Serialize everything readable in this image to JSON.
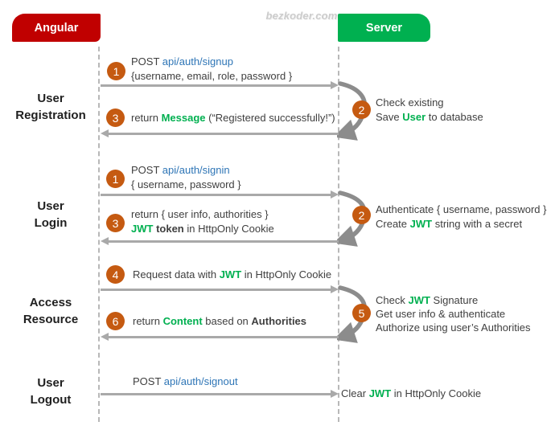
{
  "watermark": "bezkoder.com",
  "actors": {
    "client": "Angular",
    "server": "Server"
  },
  "colors": {
    "client_box": "#c00000",
    "server_box": "#00b050",
    "badge": "#c55a11",
    "link_text": "#2e75b6",
    "highlight_text": "#00b050",
    "arrow": "#a9a9a9",
    "curve_arrow": "#8c8c8c"
  },
  "sections": [
    {
      "title": [
        "User",
        "Registration"
      ],
      "request": {
        "badge": "1",
        "lines": [
          [
            {
              "t": "POST ",
              "c": "plain"
            },
            {
              "t": "api/auth/signup",
              "c": "link"
            }
          ],
          [
            {
              "t": "{username, email, role, password }",
              "c": "plain"
            }
          ]
        ]
      },
      "server": {
        "badge": "2",
        "lines": [
          [
            {
              "t": "Check existing",
              "c": "plain"
            }
          ],
          [
            {
              "t": "Save ",
              "c": "plain"
            },
            {
              "t": "User",
              "c": "green-bold"
            },
            {
              "t": " to database",
              "c": "plain"
            }
          ]
        ]
      },
      "response": {
        "badge": "3",
        "lines": [
          [
            {
              "t": "return ",
              "c": "plain"
            },
            {
              "t": "Message",
              "c": "green-bold"
            },
            {
              "t": " (“Registered successfully!”)",
              "c": "plain"
            }
          ]
        ]
      }
    },
    {
      "title": [
        "User",
        "Login"
      ],
      "request": {
        "badge": "1",
        "lines": [
          [
            {
              "t": "POST ",
              "c": "plain"
            },
            {
              "t": "api/auth/signin",
              "c": "link"
            }
          ],
          [
            {
              "t": "{ username, password }",
              "c": "plain"
            }
          ]
        ]
      },
      "server": {
        "badge": "2",
        "lines": [
          [
            {
              "t": "Authenticate { username, password }",
              "c": "plain"
            }
          ],
          [
            {
              "t": "Create ",
              "c": "plain"
            },
            {
              "t": "JWT",
              "c": "green-bold"
            },
            {
              "t": " string with a secret",
              "c": "plain"
            }
          ]
        ]
      },
      "response": {
        "badge": "3",
        "lines": [
          [
            {
              "t": "return { user info, authorities }",
              "c": "plain"
            }
          ],
          [
            {
              "t": "JWT",
              "c": "green-bold"
            },
            {
              "t": " token",
              "c": "bold"
            },
            {
              "t": " in HttpOnly Cookie",
              "c": "plain"
            }
          ]
        ]
      }
    },
    {
      "title": [
        "Access",
        "Resource"
      ],
      "request": {
        "badge": "4",
        "lines": [
          [
            {
              "t": "Request data with ",
              "c": "plain"
            },
            {
              "t": "JWT",
              "c": "green-bold"
            },
            {
              "t": " in HttpOnly Cookie",
              "c": "plain"
            }
          ]
        ]
      },
      "server": {
        "badge": "5",
        "lines": [
          [
            {
              "t": "Check ",
              "c": "plain"
            },
            {
              "t": "JWT",
              "c": "green-bold"
            },
            {
              "t": " Signature",
              "c": "plain"
            }
          ],
          [
            {
              "t": "Get user info & authenticate",
              "c": "plain"
            }
          ],
          [
            {
              "t": "Authorize using user’s Authorities",
              "c": "plain"
            }
          ]
        ]
      },
      "response": {
        "badge": "6",
        "lines": [
          [
            {
              "t": "return ",
              "c": "plain"
            },
            {
              "t": "Content",
              "c": "green-bold"
            },
            {
              "t": " based on ",
              "c": "plain"
            },
            {
              "t": "Authorities",
              "c": "bold"
            }
          ]
        ]
      }
    },
    {
      "title": [
        "User",
        "Logout"
      ],
      "request": {
        "lines": [
          [
            {
              "t": "POST ",
              "c": "plain"
            },
            {
              "t": "api/auth/signout",
              "c": "link"
            }
          ]
        ]
      },
      "server": {
        "lines": [
          [
            {
              "t": "Clear ",
              "c": "plain"
            },
            {
              "t": "JWT",
              "c": "green-bold"
            },
            {
              "t": " in HttpOnly Cookie",
              "c": "plain"
            }
          ]
        ]
      }
    }
  ]
}
